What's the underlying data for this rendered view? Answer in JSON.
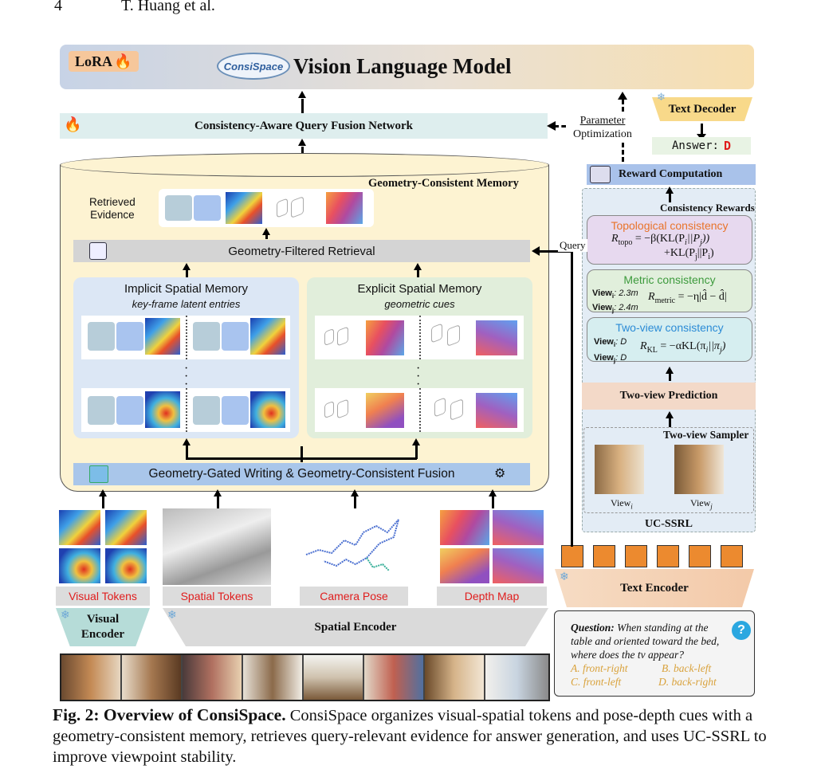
{
  "header": {
    "page_number": "4",
    "running_title": "T. Huang et al."
  },
  "figure": {
    "vlm": {
      "lora": "LoRA",
      "logo": "ConsiSpace",
      "title": "Vision Language Model"
    },
    "fusion_network": "Consistency-Aware Query Fusion Network",
    "param_opt": [
      "Parameter",
      "Optimization"
    ],
    "text_decoder": "Text Decoder",
    "answer_label": "Answer:",
    "answer_value": "D",
    "memory_title": "Geometry-Consistent Memory",
    "retrieved_evidence": [
      "Retrieved",
      "Evidence"
    ],
    "retrieval": "Geometry-Filtered Retrieval",
    "query_label": "Query",
    "implicit": {
      "title": "Implicit Spatial Memory",
      "subtitle": "key-frame latent entries"
    },
    "explicit": {
      "title": "Explicit Spatial Memory",
      "subtitle": "geometric cues"
    },
    "writing": "Geometry-Gated Writing & Geometry-Consistent Fusion",
    "reward_computation": "Reward Computation",
    "consistency_rewards": "Consistency Rewards",
    "topo": {
      "title": "Topological consistency",
      "formula1": "R",
      "formula1_sub": "topo",
      "formula1_rest": " = −β(KL(P",
      "line2": "+KL(P"
    },
    "metric": {
      "title": "Metric consistency",
      "view_i": "View",
      "view_i_val": ": 2.3m",
      "view_j": "View",
      "view_j_val": ": 2.4m",
      "formula": "R",
      "formula_sub": "metric",
      "formula_rest": " = −η|d̂ − d̂|"
    },
    "twoview": {
      "title": "Two-view consistency",
      "view_i_val": ": D",
      "view_j_val": ": D",
      "formula": "R",
      "formula_sub": "KL",
      "formula_rest": " = −αKL(π"
    },
    "two_view_prediction": "Two-view Prediction",
    "two_view_sampler": "Two-view Sampler",
    "view_i_label": "View",
    "view_j_label": "View",
    "ucssrl": "UC-SSRL",
    "tokens": [
      "Visual Tokens",
      "Spatial Tokens",
      "Camera Pose",
      "Depth Map"
    ],
    "visual_encoder": [
      "Visual",
      "Encoder"
    ],
    "spatial_encoder": "Spatial Encoder",
    "text_encoder": "Text Encoder",
    "question": {
      "label": "Question:",
      "text": " When standing at the table and oriented toward the bed, where does the tv appear?",
      "a": "A. front-right",
      "b": "B. back-left",
      "c": "C. front-left",
      "d": "D. back-right"
    }
  },
  "caption": {
    "label": "Fig. 2: Overview of ConsiSpace.",
    "text": " ConsiSpace organizes visual-spatial tokens and pose-depth cues with a geometry-consistent memory, retrieves query-relevant evidence for answer generation, and uses UC-SSRL to improve viewpoint stability."
  },
  "colors": {
    "red": "#e01d1d",
    "orange_title": "#e8742a",
    "green_title": "#3c9a3c",
    "blue_title": "#2b8bd6",
    "option": "#d9a23c"
  }
}
